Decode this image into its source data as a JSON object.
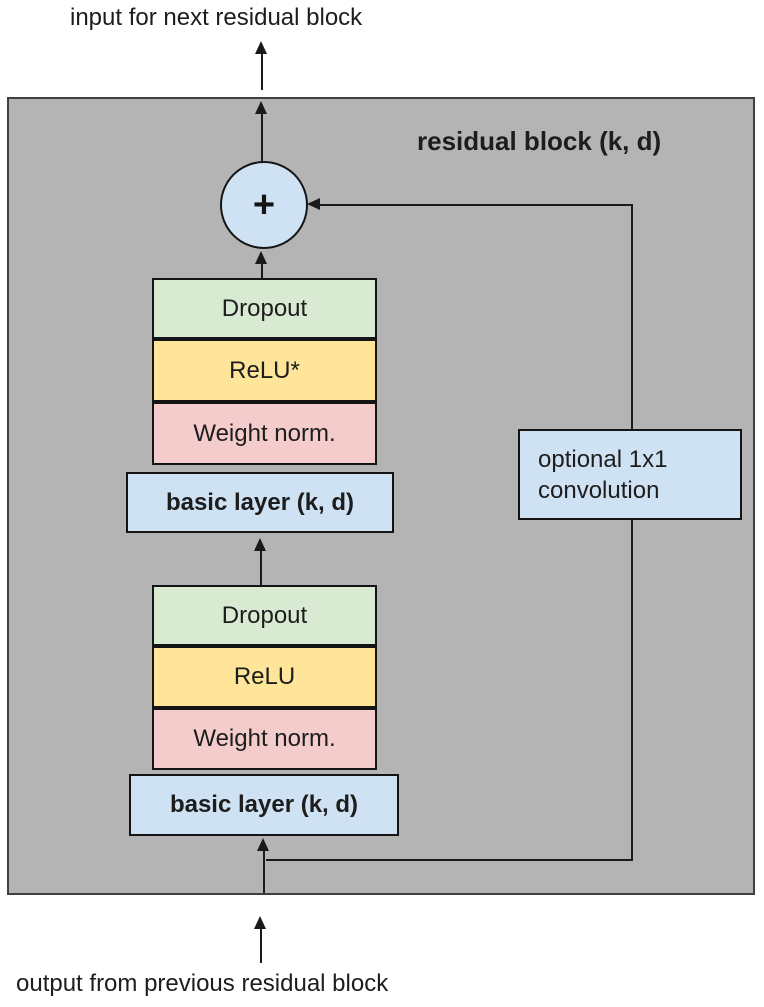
{
  "labels": {
    "top": "input for next residual block",
    "bottom": "output from previous residual block"
  },
  "residual_block": {
    "title": "residual block (k, d)",
    "sum_symbol": "+",
    "skip_box": {
      "line1": "optional 1x1",
      "line2": "convolution"
    },
    "top_stack": {
      "layers": [
        "Dropout",
        "ReLU*",
        "Weight norm."
      ],
      "base": "basic layer (k, d)"
    },
    "bottom_stack": {
      "layers": [
        "Dropout",
        "ReLU",
        "Weight norm."
      ],
      "base": "basic layer (k, d)"
    }
  },
  "colors": {
    "container_fill": "#b4b4b4",
    "dropout_fill": "#d9ead3",
    "relu_fill": "#ffe599",
    "weight_norm_fill": "#f4cccc",
    "basic_layer_fill": "#cfe2f3",
    "sum_circle_fill": "#cfe2f3",
    "conv_box_fill": "#cfe2f3"
  }
}
